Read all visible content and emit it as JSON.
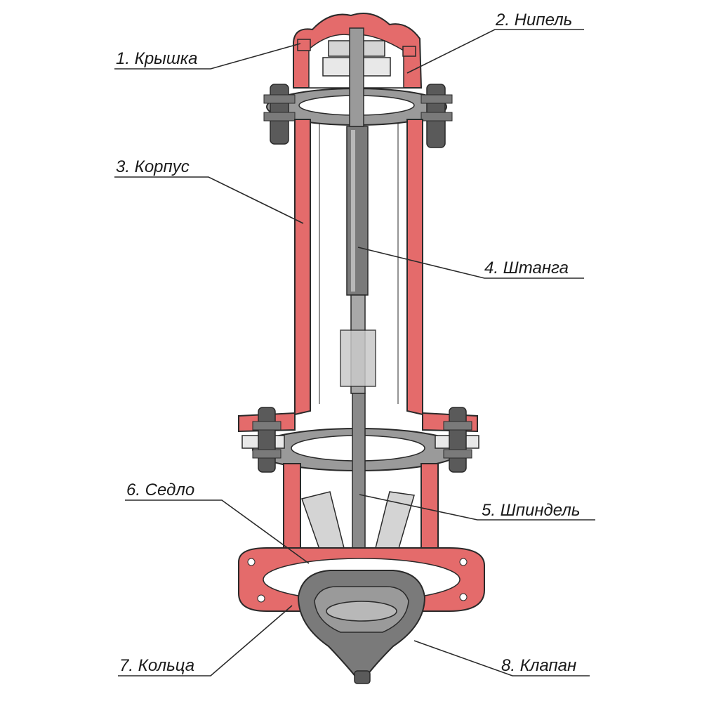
{
  "colors": {
    "body_red": "#e46b6b",
    "body_red_light": "#f0a3a3",
    "outline": "#2a2a2a",
    "metal_dark": "#5a5a5a",
    "metal_mid": "#9a9a9a",
    "metal_light": "#d4d4d4",
    "background": "#ffffff",
    "leader": "#2a2a2a"
  },
  "labels": {
    "kryshka": "1. Крышка",
    "nipel": "2. Нипель",
    "korpus": "3. Корпус",
    "shtanga": "4. Штанга",
    "shpindel": "5. Шпиндель",
    "sedlo": "6. Седло",
    "koltsa": "7. Кольца",
    "klapan": "8. Клапан"
  }
}
